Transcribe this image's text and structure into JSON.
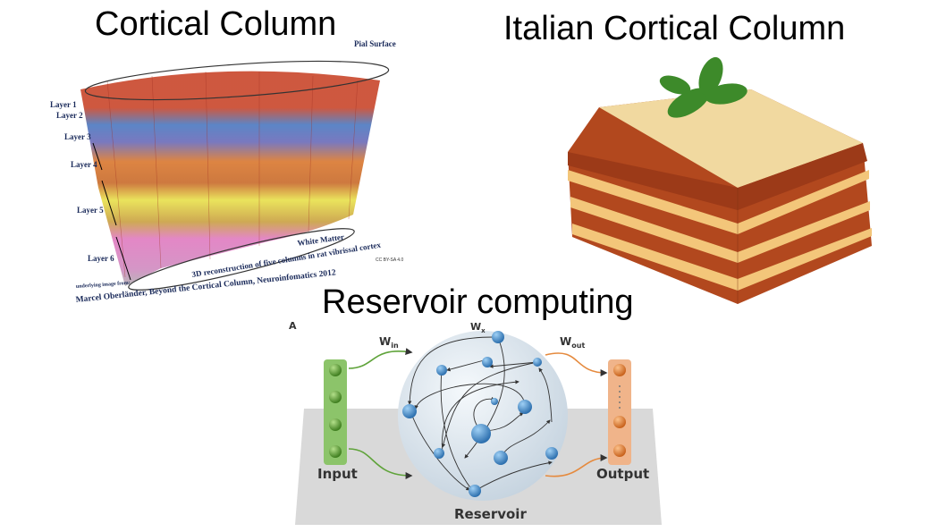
{
  "titles": {
    "cortical": "Cortical Column",
    "italian": "Italian Cortical Column",
    "reservoir": "Reservoir computing"
  },
  "cortex_figure": {
    "pial_surface": "Pial Surface",
    "layers": [
      "Layer 1",
      "Layer 2",
      "Layer 3",
      "Layer 4",
      "Layer 5",
      "Layer 6"
    ],
    "white_matter": "White Matter",
    "caption": "3D reconstruction of five columns in rat vibrissal cortex",
    "license": "CC BY-SA 4.0",
    "source_label": "underlying image from:",
    "source": "Marcel Oberländer, Beyond the Cortical Column, Neuroinfomatics 2012"
  },
  "reservoir_figure": {
    "panel": "A",
    "w_in": "W",
    "w_in_sub": "in",
    "w_x": "W",
    "w_x_sub": "x",
    "w_out": "W",
    "w_out_sub": "out",
    "input": "Input",
    "output": "Output",
    "reservoir": "Reservoir",
    "colors": {
      "input": "#5fa33a",
      "output": "#e58a3e",
      "node": "#3d86c6"
    }
  }
}
